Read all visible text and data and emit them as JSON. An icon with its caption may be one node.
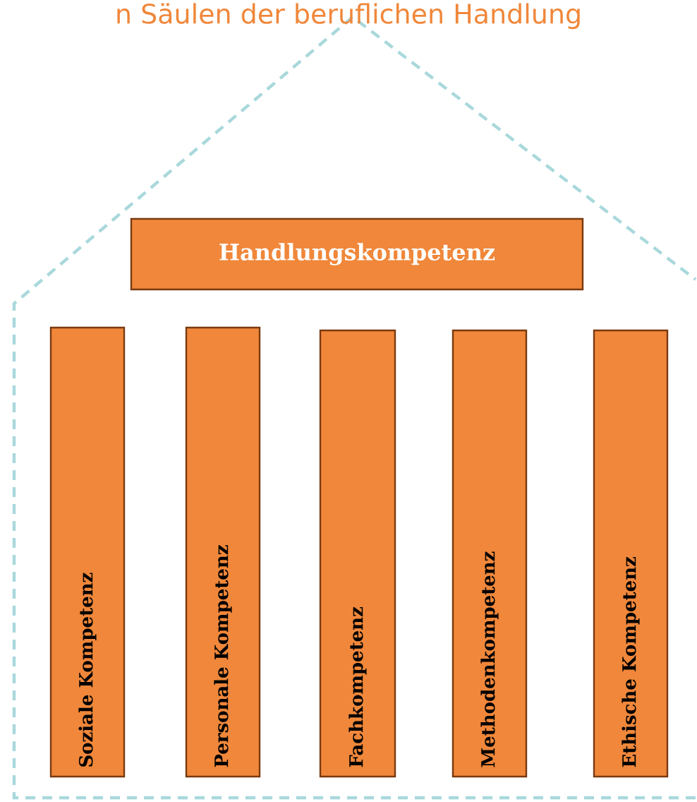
{
  "diagram": {
    "title": "n Säulen der beruflichen Handlung",
    "nodes": [
      {
        "text": [
          "Handlungskompetenz"
        ]
      },
      {
        "text": [
          "Soziale Kompetenz"
        ]
      },
      {
        "text": [
          "Personale Kompetenz"
        ]
      },
      {
        "text": [
          "Fachkompetenz"
        ]
      },
      {
        "text": [
          "Methodenkompetenz"
        ]
      },
      {
        "text": [
          "Ethische Kompetenz"
        ]
      }
    ]
  }
}
